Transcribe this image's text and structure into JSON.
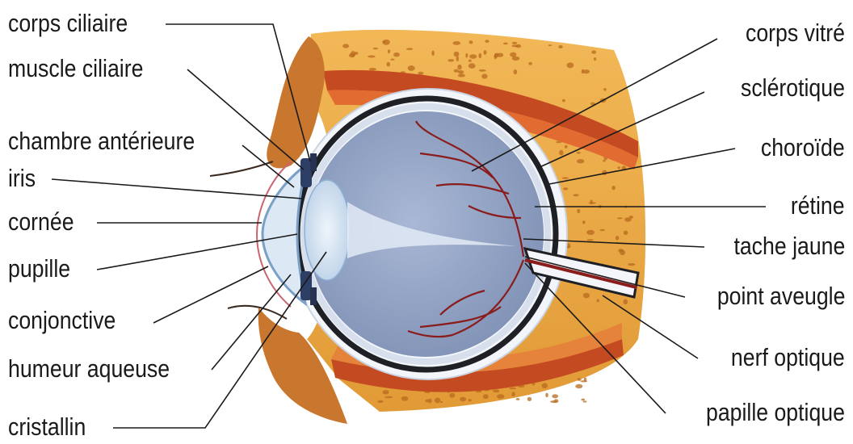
{
  "colors": {
    "bone": "#e8a640",
    "bone_pore": "#b86a1e",
    "muscle": "#c2461e",
    "sclera": "#f4f7fb",
    "choroid": "#1e2026",
    "vitreous": "#8e9fc0",
    "vessel": "#8a1c1c",
    "lens": "#cfe0f0",
    "eyelid": "#c7742e"
  },
  "labels": {
    "left": {
      "corps_ciliaire": "corps ciliaire",
      "muscle_ciliaire": "muscle ciliaire",
      "chambre_anterieure": "chambre antérieure",
      "iris": "iris",
      "cornee": "cornée",
      "pupille": "pupille",
      "conjonctive": "conjonctive",
      "humeur_aqueuse": "humeur aqueuse",
      "cristallin": "cristallin"
    },
    "right": {
      "corps_vitre": "corps vitré",
      "sclerotique": "sclérotique",
      "choroide": "choroïde",
      "retine": "rétine",
      "tache_jaune": "tache jaune",
      "point_aveugle": "point aveugle",
      "nerf_optique": "nerf optique",
      "papille_optique": "papille optique"
    }
  }
}
